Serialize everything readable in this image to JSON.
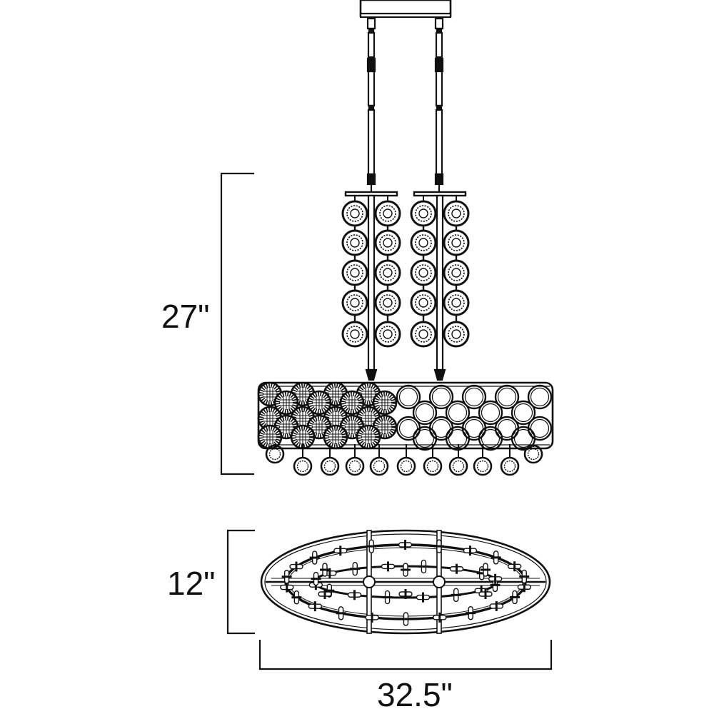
{
  "dimensions": {
    "height": "27\"",
    "depth": "12\"",
    "width": "32.5\""
  },
  "colors": {
    "line": "#111111",
    "background": "#ffffff"
  }
}
